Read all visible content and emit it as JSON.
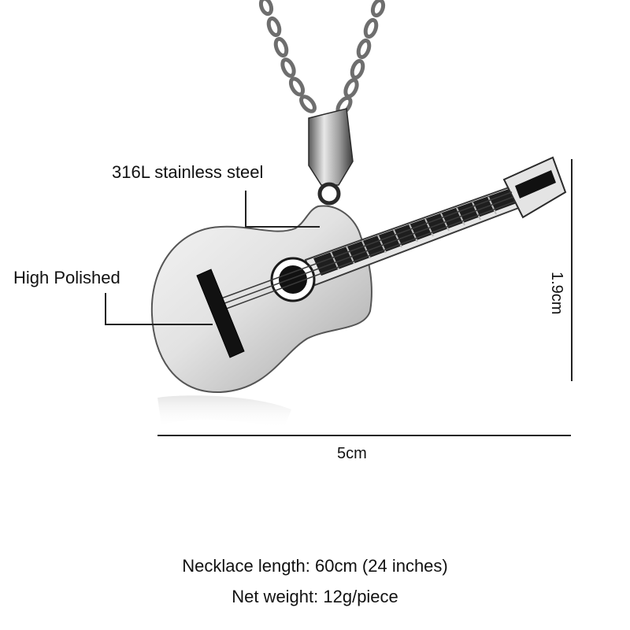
{
  "product": {
    "callouts": {
      "material": "316L stainless steel",
      "finish": "High Polished"
    },
    "dimensions": {
      "width": "5cm",
      "height": "1.9cm"
    },
    "specs": {
      "necklace_length": "Necklace length: 60cm (24 inches)",
      "net_weight": "Net weight: 12g/piece"
    }
  },
  "colors": {
    "background": "#ffffff",
    "steel": "#d9d9d9",
    "outline": "#1a1a1a",
    "inlay": "#111111"
  },
  "icons": [
    "guitar-pendant-icon",
    "chain-icon",
    "bail-icon"
  ]
}
